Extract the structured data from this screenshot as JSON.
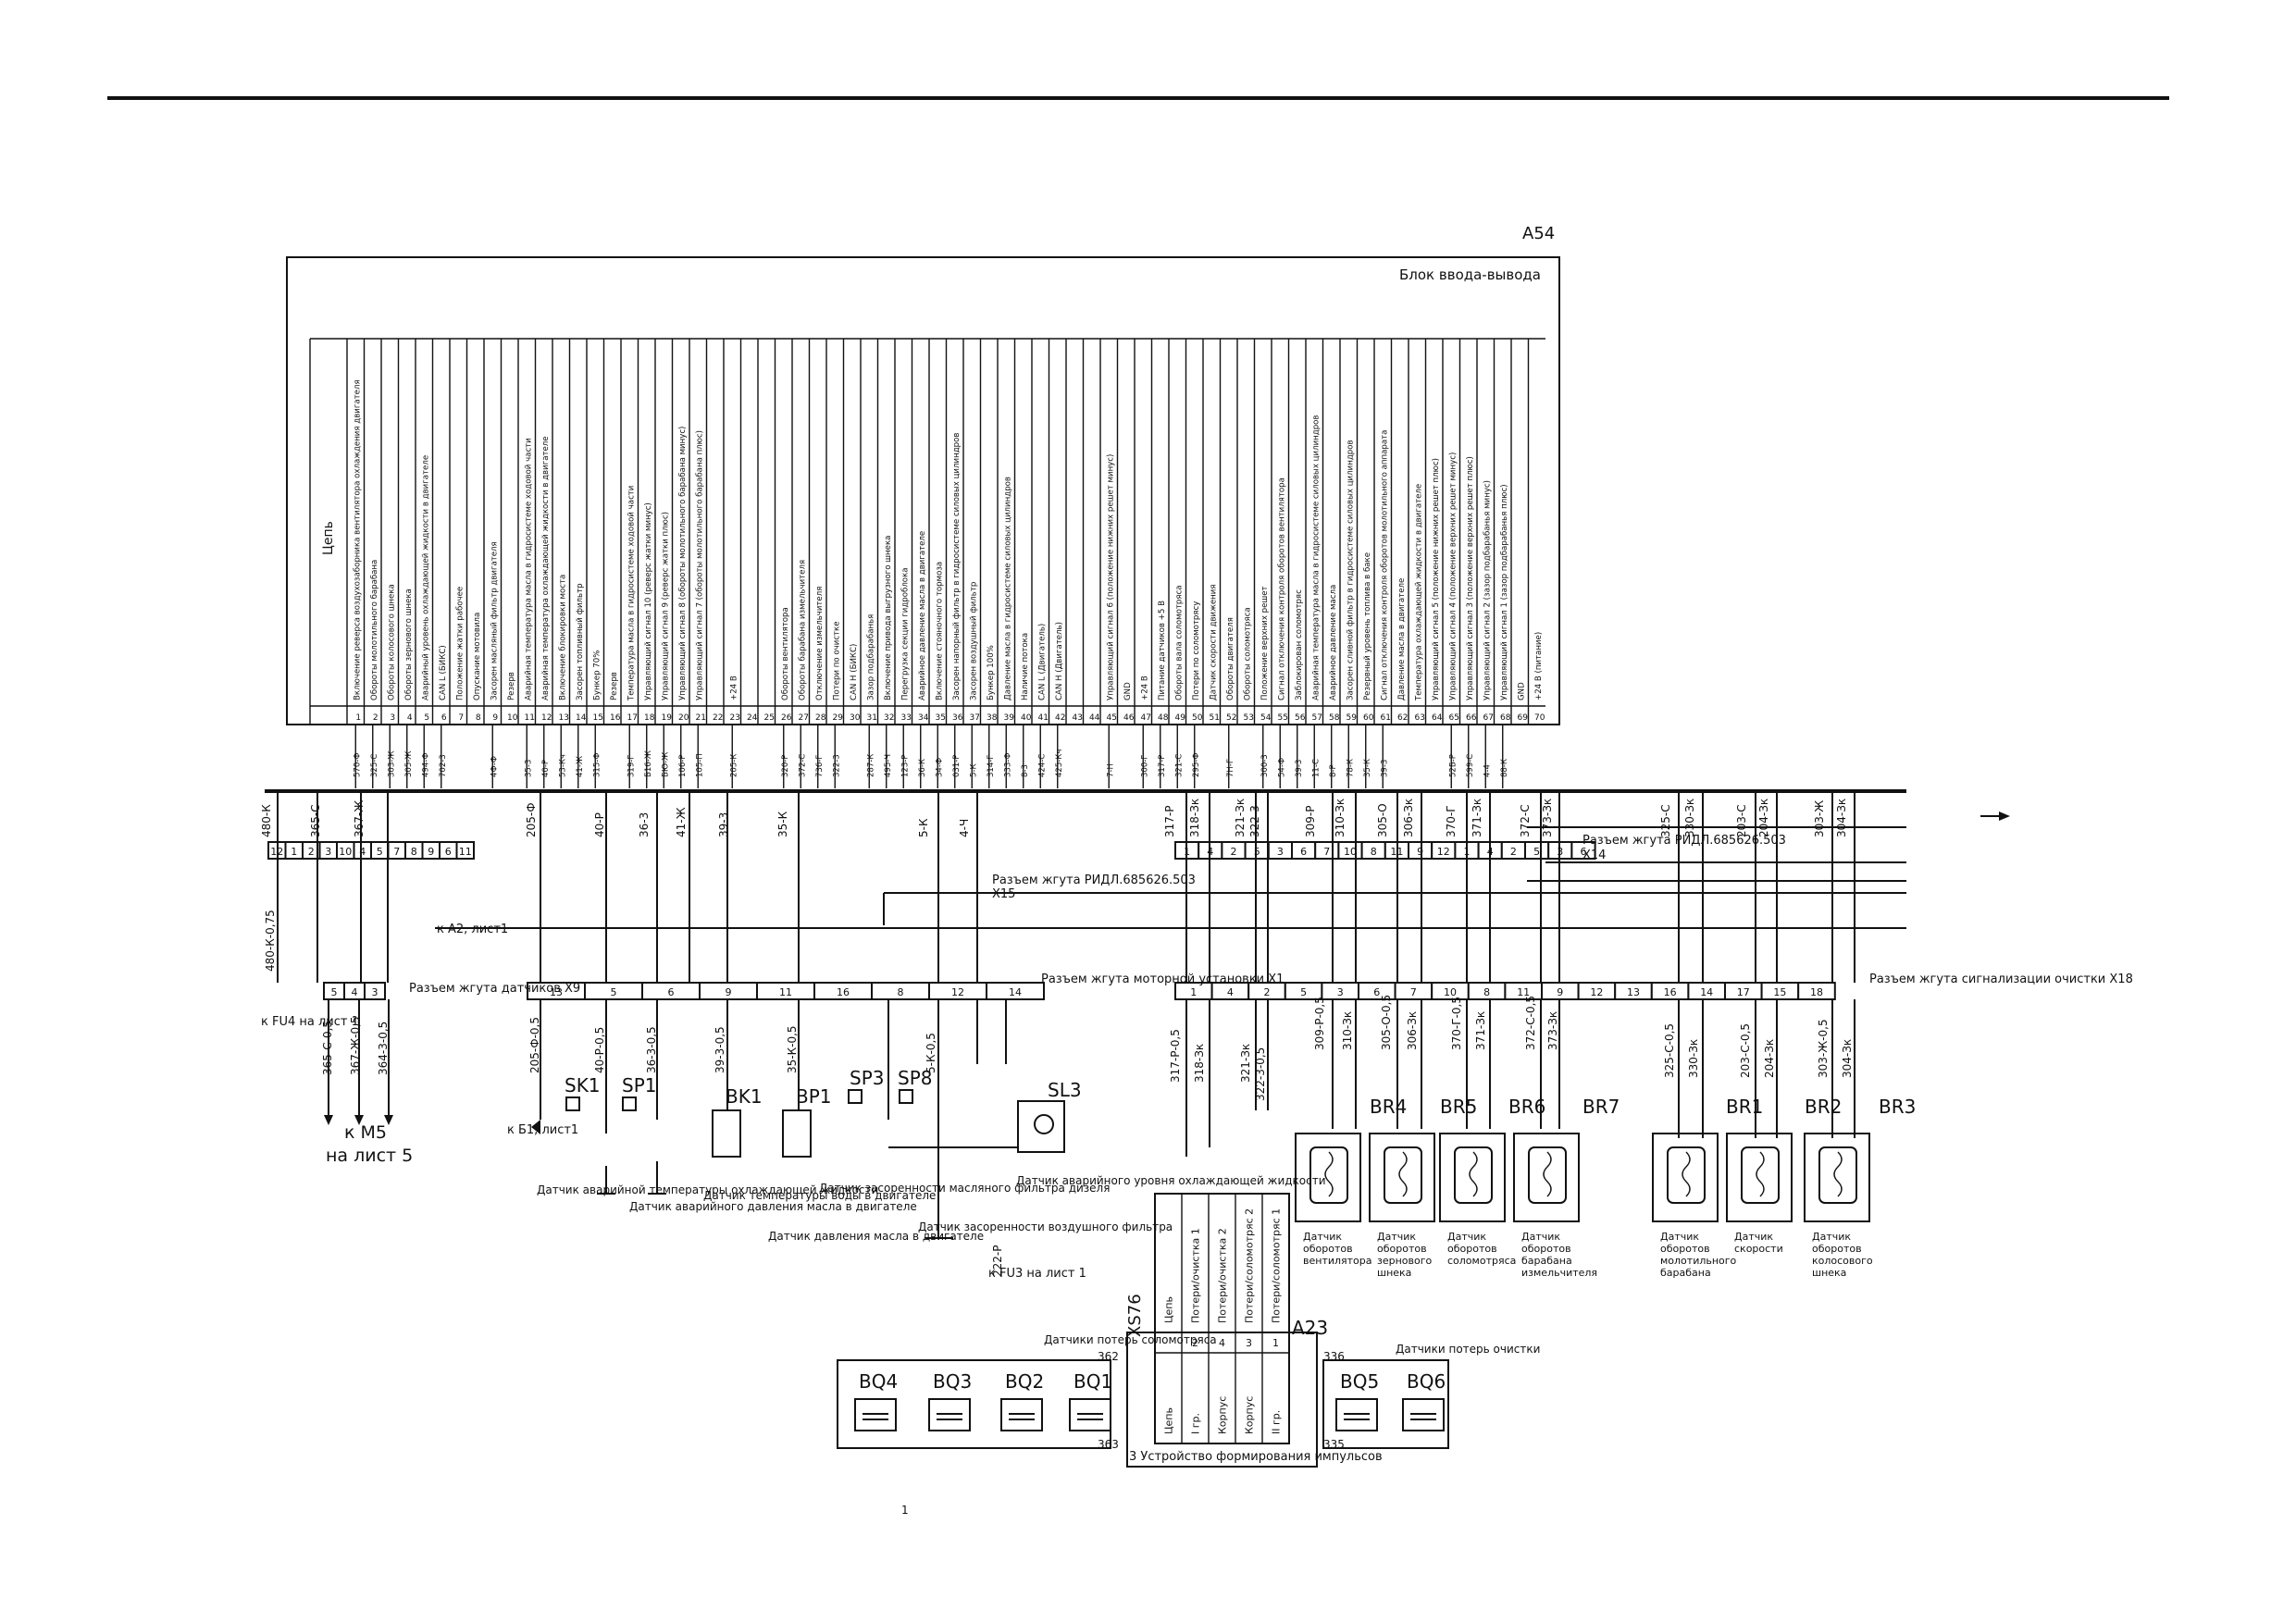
{
  "module": {
    "designator": "A54",
    "title": "Блок ввода-вывода",
    "header": "Цепь",
    "signals": [
      "Включение реверса воздухозаборника вентилятора охлаждения двигателя",
      "Обороты молотильного барабана",
      "Обороты колосового шнека",
      "Обороты зернового шнека",
      "Аварийный уровень охлаждающей жидкости в двигателе",
      "CAN L (БИКС)",
      "Положение жатки рабочее",
      "Опускание мотовила",
      "Засорен масляный фильтр двигателя",
      "Резерв",
      "Аварийная температура масла в гидросистеме ходовой части",
      "Аварийная температура охлаждающей жидкости в двигателе",
      "Включение блокировки моста",
      "Засорен топливный фильтр",
      "Бункер 70%",
      "Резерв",
      "Температура масла в гидросистеме ходовой части",
      "Управляющий сигнал 10 (реверс жатки минус)",
      "Управляющий сигнал 9 (реверс жатки плюс)",
      "Управляющий сигнал 8 (обороты молотильного барабана минус)",
      "Управляющий сигнал 7 (обороты молотильного барабана плюс)",
      "",
      "+24 В",
      "",
      "",
      "Обороты вентилятора",
      "Обороты барабана измельчителя",
      "Отключение измельчителя",
      "Потери по очистке",
      "CAN H (БИКС)",
      "Зазор подбарабанья",
      "Включение привода выгрузного шнека",
      "Перегрузка секции гидроблока",
      "Аварийное давление масла в двигателе",
      "Включение стояночного тормоза",
      "Засорен напорный фильтр в гидросистеме силовых цилиндров",
      "Засорен воздушный фильтр",
      "Бункер 100%",
      "Давление масла в гидросистеме силовых цилиндров",
      "Наличие потока",
      "CAN L (Двигатель)",
      "CAN H (Двигатель)",
      "",
      "",
      "Управляющий сигнал 6 (положение нижних решет минус)",
      "GND",
      "+24 В",
      "Питание датчиков +5 В",
      "Обороты вала соломотряса",
      "Потери по соломотрясу",
      "Датчик скорости движения",
      "Обороты двигателя",
      "Обороты соломотряса",
      "Положение верхних решет",
      "Сигнал отключения контроля оборотов вентилятора",
      "Заблокирован соломотряс",
      "Аварийная температура масла в гидросистеме силовых цилиндров",
      "Аварийное давление масла",
      "Засорен сливной фильтр в гидросистеме силовых цилиндров",
      "Резервный уровень топлива в баке",
      "Сигнал отключения контроля оборотов молотильного аппарата",
      "Давление масла в двигателе",
      "Температура охлаждающей жидкости в двигателе",
      "Управляющий сигнал 5 (положение нижних решет плюс)",
      "Управляющий сигнал 4 (положение верхних решет минус)",
      "Управляющий сигнал 3 (положение верхних решет плюс)",
      "Управляющий сигнал 2 (зазор подбарабанья минус)",
      "Управляющий сигнал 1 (зазор подбарабанья плюс)",
      "GND",
      "+24 В (питание)"
    ],
    "wires": [
      [
        "1",
        "570-Ф"
      ],
      [
        "2",
        "325-С"
      ],
      [
        "3",
        "303-Ж"
      ],
      [
        "4",
        "305-Ж"
      ],
      [
        "5",
        "494-Ф"
      ],
      [
        "6",
        "702-3"
      ],
      [
        "9",
        "4Ф-Ф"
      ],
      [
        "11",
        "35-3"
      ],
      [
        "12",
        "40-Р"
      ],
      [
        "13",
        "53-Кч"
      ],
      [
        "14",
        "41-Ж"
      ],
      [
        "15",
        "315-Ф"
      ],
      [
        "17",
        "319-Г"
      ],
      [
        "18",
        "Б16-Ж"
      ],
      [
        "19",
        "БЮ-Ж"
      ],
      [
        "20",
        "106-Р"
      ],
      [
        "21",
        "105-П"
      ],
      [
        "23",
        "205-К"
      ],
      [
        "26",
        "320-Р"
      ],
      [
        "27",
        "372-С"
      ],
      [
        "28",
        "736-Г"
      ],
      [
        "29",
        "322-3"
      ],
      [
        "31",
        "287-К"
      ],
      [
        "32",
        "495-Ч"
      ],
      [
        "33",
        "123-Р"
      ],
      [
        "34",
        "36-К"
      ],
      [
        "35",
        "34-Ф"
      ],
      [
        "36",
        "031-Р"
      ],
      [
        "37",
        "5-К"
      ],
      [
        "38",
        "314-Г"
      ],
      [
        "39",
        "333-Ф"
      ],
      [
        "40",
        "8-3"
      ],
      [
        "41",
        "424-С"
      ],
      [
        "42",
        "425-Кч"
      ],
      [
        "45",
        "7-Н"
      ],
      [
        "47",
        "300-Г"
      ],
      [
        "48",
        "317-Р"
      ],
      [
        "49",
        "321-С"
      ],
      [
        "50",
        "295-Ф"
      ],
      [
        "52",
        "7Н-Г"
      ],
      [
        "54",
        "300-3"
      ],
      [
        "55",
        "54-Ф"
      ],
      [
        "56",
        "39-3"
      ],
      [
        "57",
        "11-С"
      ],
      [
        "58",
        "8-Р"
      ],
      [
        "59",
        "78-К"
      ],
      [
        "60",
        "35-К"
      ],
      [
        "61",
        "39-3"
      ],
      [
        "65",
        "52Б-Р"
      ],
      [
        "66",
        "599-С"
      ],
      [
        "67",
        "4-4"
      ],
      [
        "68",
        "88-К"
      ]
    ]
  },
  "connectors": {
    "x15": {
      "title": "Разъем жгута РИДЛ.685626.503",
      "ref": "X15",
      "pins": [
        "12",
        "1",
        "2",
        "3",
        "10",
        "4",
        "5",
        "7",
        "8",
        "9",
        "6",
        "11"
      ]
    },
    "x14": {
      "title": "Разъем жгута РИДЛ.685626.503",
      "ref": "X14",
      "pins": [
        "1",
        "4",
        "2",
        "5",
        "3",
        "6",
        "7",
        "10",
        "8",
        "11",
        "9",
        "12",
        "1",
        "4",
        "2",
        "5",
        "3",
        "6"
      ]
    },
    "x9": {
      "title": "Разъем жгута датчиков X9",
      "pins": [
        "5",
        "4",
        "3"
      ]
    },
    "x1": {
      "title": "Разъем жгута моторной установки X1",
      "pins": [
        "13",
        "5",
        "6",
        "9",
        "11",
        "16",
        "8",
        "12",
        "14"
      ]
    },
    "x18": {
      "title": "Разъем жгута сигнализации очистки X18",
      "pins": [
        "1",
        "4",
        "2",
        "5",
        "3",
        "6",
        "7",
        "10",
        "8",
        "11",
        "9",
        "12",
        "13",
        "16",
        "14",
        "17",
        "15",
        "18"
      ]
    }
  },
  "bus_wires": [
    "480-К",
    "365-С",
    "367-Ж",
    "205-Ф",
    "40-Р",
    "36-3",
    "41-Ж",
    "39-3",
    "35-К",
    "5-К",
    "4-Ч",
    "317-Р",
    "318-Зк",
    "321-Зк",
    "322-3",
    "309-Р",
    "310-Зк",
    "305-О",
    "306-Зк",
    "370-Г",
    "371-Зк",
    "372-С",
    "373-Зк",
    "325-С",
    "330-Зк",
    "203-С",
    "204-Зк",
    "303-Ж",
    "304-Зк"
  ],
  "labels": {
    "ka2": "к A2, лист1",
    "kfu4": "к FU4 на лист 1",
    "km5": "к M5",
    "km5_sheet": "на лист 5",
    "kb1": "к Б1, лист1",
    "kfu3": "к FU3 на лист 1",
    "w480": "480-К-0,75",
    "w365": "365-С-0,5",
    "w367": "367-Ж-0,5",
    "w364": "364-3-0,5",
    "w205": "205-Ф-0,5",
    "w40": "40-Р-0,5",
    "w36": "36-3-0,5",
    "w39": "39-3-0,5",
    "w35": "35-К-0,5",
    "w5": "5-К-0,5",
    "w222": "222-Р",
    "w317": "317-Р-0,5",
    "w318": "318-Зк",
    "w321": "321-Зк",
    "w322": "322-3-0,5",
    "w309": "309-Р-0,5",
    "w310": "310-Зк",
    "w305": "305-О-0,5",
    "w306": "306-Зк",
    "w370": "370-Г-0,5",
    "w371": "371-Зк",
    "w372": "372-С-0,5",
    "w373": "373-Зк",
    "w325": "325-С-0,5",
    "w330": "330-Зк",
    "w203": "203-С-0,5",
    "w204": "204-Зк",
    "w303": "303-Ж-0,5",
    "w304": "304-Зк",
    "bq_group_title": "Датчики потерь соломотряса",
    "bq_right_title": "Датчики потерь очистки",
    "xs76": "XS76",
    "a23": "A23",
    "a23_unit": "3 Устройство формирования импульсов",
    "p362": "362",
    "p363": "363",
    "p336": "336",
    "p335": "335",
    "page": "1"
  },
  "xs76_table": {
    "header": [
      "Цепь",
      "Потери/очистка 1",
      "Потери/очистка 2",
      "Потери/соломотряс 2",
      "Потери/соломотряс 1"
    ],
    "pins": [
      "",
      "2",
      "4",
      "3",
      "1"
    ],
    "bottom": [
      "Цепь",
      "I гр.",
      "Корпус",
      "Корпус",
      "II гр."
    ]
  },
  "sensors": {
    "SK1": {
      "name": "SK1",
      "desc": "Датчик аварийной температуры охлаждающей жидкости"
    },
    "SP1": {
      "name": "SP1",
      "desc": "Датчик аварийного давления масла в двигателе"
    },
    "BK1": {
      "name": "BK1",
      "desc": "Датчик температуры воды в двигателе"
    },
    "BP1": {
      "name": "BP1",
      "desc": "Датчик давления масла в двигателе"
    },
    "SP3": {
      "name": "SP3",
      "desc": "Датчик засоренности масляного фильтра дизеля"
    },
    "SP8": {
      "name": "SP8",
      "desc": "Датчик засоренности воздушного фильтра"
    },
    "SL3": {
      "name": "SL3",
      "desc": "Датчик аварийного уровня охлаждающей жидкости"
    },
    "BR4": {
      "name": "BR4",
      "desc": "Датчик оборотов вентилятора"
    },
    "BR5": {
      "name": "BR5",
      "desc": "Датчик оборотов зернового шнека"
    },
    "BR6": {
      "name": "BR6",
      "desc": "Датчик оборотов соломотряса"
    },
    "BR7": {
      "name": "BR7",
      "desc": "Датчик оборотов барабана измельчителя"
    },
    "BR1": {
      "name": "BR1",
      "desc": "Датчик оборотов молотильного барабана"
    },
    "BR2": {
      "name": "BR2",
      "desc": "Датчик скорости"
    },
    "BR3": {
      "name": "BR3",
      "desc": "Датчик оборотов колосового шнека"
    },
    "BQ1": "BQ1",
    "BQ2": "BQ2",
    "BQ3": "BQ3",
    "BQ4": "BQ4",
    "BQ5": "BQ5",
    "BQ6": "BQ6"
  }
}
